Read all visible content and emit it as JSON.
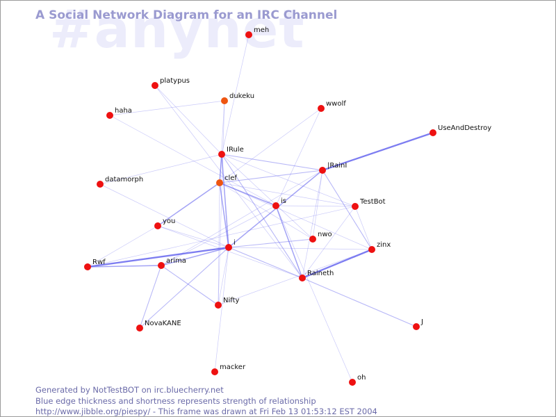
{
  "watermark": "#anynet",
  "title": "A Social Network Diagram for an IRC Channel",
  "colors": {
    "node": "#ee1111",
    "node_highlight": "#ee5511",
    "edge": "#6666ee",
    "title": "#9a9ad0",
    "footer": "#6a6aa8",
    "watermark": "#ececfb"
  },
  "nodes": [
    {
      "id": "meh",
      "label": "meh"
    },
    {
      "id": "platypus",
      "label": "platypus"
    },
    {
      "id": "dukeku",
      "label": "dukeku",
      "highlight": true
    },
    {
      "id": "wwolf",
      "label": "wwolf"
    },
    {
      "id": "haha",
      "label": "haha"
    },
    {
      "id": "UseAndDestroy",
      "label": "UseAndDestroy"
    },
    {
      "id": "IRule",
      "label": "IRule"
    },
    {
      "id": "IRainI",
      "label": "|RainI"
    },
    {
      "id": "datamorph",
      "label": "datamorph"
    },
    {
      "id": "clef",
      "label": "clef",
      "highlight": true
    },
    {
      "id": "is",
      "label": "is"
    },
    {
      "id": "TestBot",
      "label": "TestBot"
    },
    {
      "id": "you",
      "label": "you"
    },
    {
      "id": "nwo",
      "label": "nwo"
    },
    {
      "id": "zinx",
      "label": "zinx"
    },
    {
      "id": "i",
      "label": "i"
    },
    {
      "id": "Rwf",
      "label": "Rwf"
    },
    {
      "id": "arima",
      "label": "arima"
    },
    {
      "id": "Raineth",
      "label": "Raineth"
    },
    {
      "id": "Nifty",
      "label": "Nifty"
    },
    {
      "id": "J",
      "label": "J"
    },
    {
      "id": "NovaKANE",
      "label": "NovaKANE"
    },
    {
      "id": "macker",
      "label": "macker"
    },
    {
      "id": "oh",
      "label": "oh"
    }
  ],
  "edges": [
    {
      "source": "IRainI",
      "target": "UseAndDestroy",
      "weight": 3
    },
    {
      "source": "Raineth",
      "target": "zinx",
      "weight": 3
    },
    {
      "source": "Rwf",
      "target": "i",
      "weight": 3
    },
    {
      "source": "Rwf",
      "target": "arima",
      "weight": 2
    },
    {
      "source": "arima",
      "target": "i",
      "weight": 2
    },
    {
      "source": "IRule",
      "target": "clef",
      "weight": 2
    },
    {
      "source": "clef",
      "target": "i",
      "weight": 2
    },
    {
      "source": "IRule",
      "target": "i",
      "weight": 2
    },
    {
      "source": "is",
      "target": "Raineth",
      "weight": 2
    },
    {
      "source": "i",
      "target": "IRainI",
      "weight": 2
    },
    {
      "source": "clef",
      "target": "you",
      "weight": 2
    },
    {
      "source": "clef",
      "target": "is",
      "weight": 2
    },
    {
      "source": "IRule",
      "target": "Raineth",
      "weight": 1.5
    },
    {
      "source": "IRainI",
      "target": "zinx",
      "weight": 1.5
    },
    {
      "source": "IRainI",
      "target": "clef",
      "weight": 1.5
    },
    {
      "source": "IRule",
      "target": "IRainI",
      "weight": 1.5
    },
    {
      "source": "i",
      "target": "Raineth",
      "weight": 1.5
    },
    {
      "source": "arima",
      "target": "Nifty",
      "weight": 1.5
    },
    {
      "source": "NovaKANE",
      "target": "i",
      "weight": 1.5
    },
    {
      "source": "arima",
      "target": "NovaKANE",
      "weight": 1.5
    },
    {
      "source": "Raineth",
      "target": "J",
      "weight": 1.5
    },
    {
      "source": "i",
      "target": "nwo",
      "weight": 1.5
    },
    {
      "source": "IRule",
      "target": "meh",
      "weight": 1
    },
    {
      "source": "platypus",
      "target": "IRule",
      "weight": 1
    },
    {
      "source": "platypus",
      "target": "Raineth",
      "weight": 1
    },
    {
      "source": "haha",
      "target": "dukeku",
      "weight": 1
    },
    {
      "source": "haha",
      "target": "is",
      "weight": 1
    },
    {
      "source": "dukeku",
      "target": "clef",
      "weight": 1
    },
    {
      "source": "dukeku",
      "target": "Nifty",
      "weight": 1
    },
    {
      "source": "wwolf",
      "target": "clef",
      "weight": 1
    },
    {
      "source": "wwolf",
      "target": "is",
      "weight": 1
    },
    {
      "source": "datamorph",
      "target": "IRule",
      "weight": 1
    },
    {
      "source": "datamorph",
      "target": "i",
      "weight": 1
    },
    {
      "source": "IRule",
      "target": "nwo",
      "weight": 1
    },
    {
      "source": "IRule",
      "target": "TestBot",
      "weight": 1
    },
    {
      "source": "clef",
      "target": "Nifty",
      "weight": 1
    },
    {
      "source": "clef",
      "target": "TestBot",
      "weight": 1
    },
    {
      "source": "clef",
      "target": "nwo",
      "weight": 1
    },
    {
      "source": "clef",
      "target": "zinx",
      "weight": 1
    },
    {
      "source": "IRainI",
      "target": "nwo",
      "weight": 1
    },
    {
      "source": "IRainI",
      "target": "Raineth",
      "weight": 1
    },
    {
      "source": "IRainI",
      "target": "arima",
      "weight": 1
    },
    {
      "source": "is",
      "target": "TestBot",
      "weight": 1
    },
    {
      "source": "is",
      "target": "oh",
      "weight": 1
    },
    {
      "source": "is",
      "target": "arima",
      "weight": 1
    },
    {
      "source": "TestBot",
      "target": "Raineth",
      "weight": 1
    },
    {
      "source": "TestBot",
      "target": "zinx",
      "weight": 1
    },
    {
      "source": "you",
      "target": "Rwf",
      "weight": 1
    },
    {
      "source": "you",
      "target": "i",
      "weight": 1
    },
    {
      "source": "you",
      "target": "Raineth",
      "weight": 1
    },
    {
      "source": "zinx",
      "target": "i",
      "weight": 1
    },
    {
      "source": "Nifty",
      "target": "i",
      "weight": 1
    },
    {
      "source": "Nifty",
      "target": "zinx",
      "weight": 1
    },
    {
      "source": "Rwf",
      "target": "TestBot",
      "weight": 1
    },
    {
      "source": "i",
      "target": "macker",
      "weight": 1
    }
  ],
  "footer": {
    "line1": "Generated by NotTestBOT on irc.bluecherry.net",
    "line2": "Blue edge thickness and shortness represents strength of relationship",
    "line3": "http://www.jibble.org/piespy/ - This frame was drawn at Fri Feb 13 01:53:12 EST 2004"
  }
}
